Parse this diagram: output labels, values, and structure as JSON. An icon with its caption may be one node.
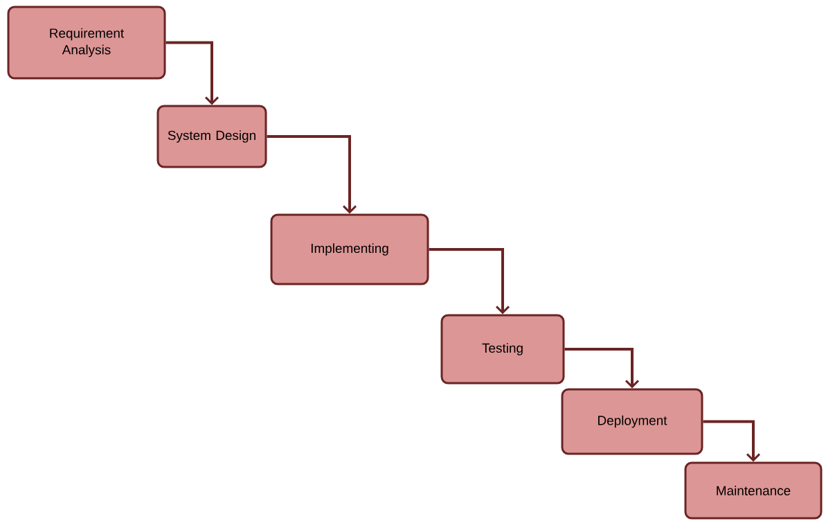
{
  "diagram": {
    "nodes": [
      {
        "text": [
          "Requirement Analysis"
        ]
      },
      {
        "text": [
          "System Design"
        ]
      },
      {
        "text": [
          "Implementing"
        ]
      },
      {
        "text": [
          "Testing"
        ]
      },
      {
        "text": [
          "Deployment"
        ]
      },
      {
        "text": [
          "Maintenance"
        ]
      }
    ],
    "edges": [
      {
        "from": 0,
        "to": 1,
        "arrow": "to"
      },
      {
        "from": 1,
        "to": 2,
        "arrow": "to"
      },
      {
        "from": 2,
        "to": 3,
        "arrow": "to"
      },
      {
        "from": 3,
        "to": 4,
        "arrow": "to"
      },
      {
        "from": 4,
        "to": 5,
        "arrow": "to"
      }
    ]
  }
}
